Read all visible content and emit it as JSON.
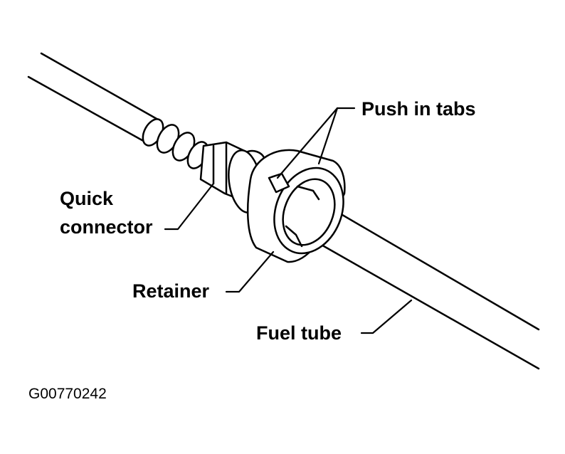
{
  "labels": {
    "push_in_tabs": "Push in tabs",
    "quick_connector_line1": "Quick",
    "quick_connector_line2": "connector",
    "retainer": "Retainer",
    "fuel_tube": "Fuel tube"
  },
  "figure_code": "G00770242"
}
